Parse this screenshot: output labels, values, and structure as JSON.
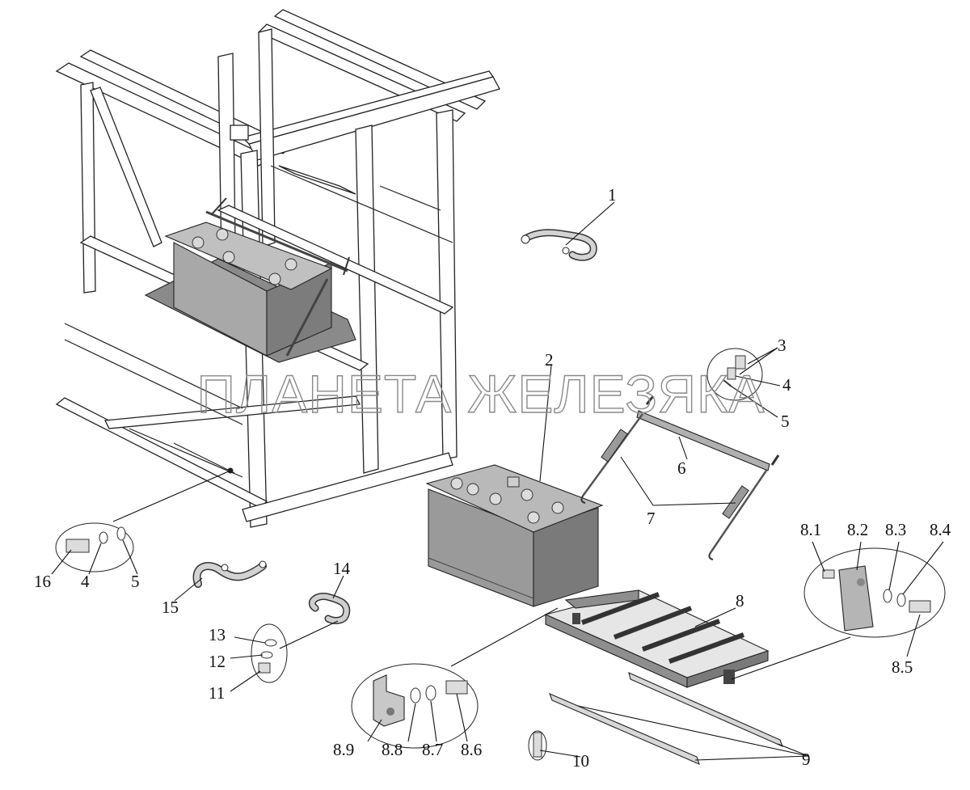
{
  "watermark": "ПЛАНЕТА ЖЕЛЕЗЯКА",
  "callouts": {
    "c1": "1",
    "c2": "2",
    "c3": "3",
    "c4a": "4",
    "c5a": "5",
    "c6": "6",
    "c7": "7",
    "c8": "8",
    "c8_1": "8.1",
    "c8_2": "8.2",
    "c8_3": "8.3",
    "c8_4": "8.4",
    "c8_5": "8.5",
    "c8_6": "8.6",
    "c8_7": "8.7",
    "c8_8": "8.8",
    "c8_9": "8.9",
    "c9": "9",
    "c10": "10",
    "c11": "11",
    "c12": "12",
    "c13": "13",
    "c14": "14",
    "c15": "15",
    "c16": "16",
    "c4b": "4",
    "c5b": "5"
  },
  "colors": {
    "battery_side": "#9a9a9a",
    "battery_front": "#7c7c7c",
    "battery_top": "#b8b8b8",
    "terminal": "#d0d0d0",
    "tray": "#8e8e8e",
    "cable": "#cfcfcf",
    "line": "#111111"
  }
}
